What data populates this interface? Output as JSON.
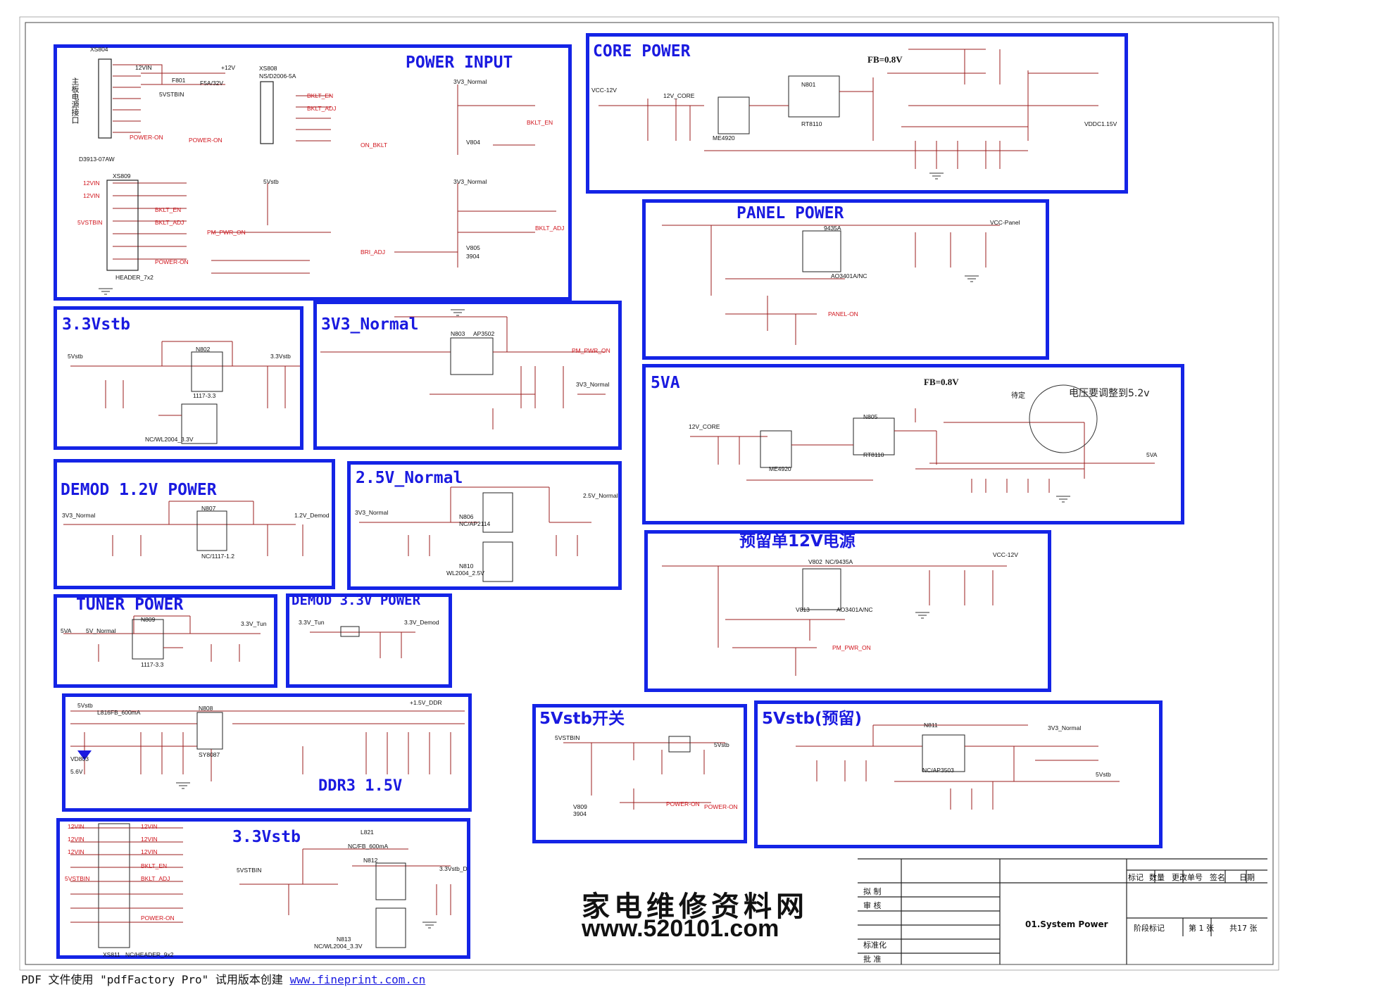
{
  "blocks": {
    "power_input": "POWER INPUT",
    "core_power": "CORE POWER",
    "panel_power": "PANEL POWER",
    "vstb33_top": "3.3Vstb",
    "v3v3_normal": "3V3_Normal",
    "va5": "5VA",
    "demod12": "DEMOD 1.2V POWER",
    "normal25": "2.5V_Normal",
    "reserved12v": "预留单12V电源",
    "tuner": "TUNER POWER",
    "demod33": "DEMOD 3.3V POWER",
    "ddr3": "DDR3 1.5V",
    "sw5vstb": "5Vstb开关",
    "res5vstb": "5Vstb(预留)",
    "vstb33_bottom": "3.3Vstb"
  },
  "notes": {
    "core_fb": "FB=0.8V",
    "va_fb": "FB=0.8V",
    "va_adjust": "电压要调整到5.2v",
    "va_fixed": "待定"
  },
  "labels": {
    "connector_cn": "主板电源接口",
    "xs804": "XS804",
    "d3913": "D3913-07AW",
    "xs808": "XS808",
    "ns_conn": "NS/D2006-5A",
    "xs809": "XS809",
    "header7x2": "HEADER_7x2",
    "xs811": "XS811",
    "header9x2": "NC/HEADER_9x2",
    "v12vin": "12VIN",
    "vp12v": "+12V",
    "vstbin": "5VSTBIN",
    "power_on": "POWER-ON",
    "bklt_en": "BKLT_EN",
    "bklt_adj": "BKLT_ADJ",
    "pm_pwr_on": "PM_PWR_ON",
    "on_bklt": "ON_BKLT",
    "bri_adj": "BRI_ADJ",
    "v3v3_normal_net": "3V3_Normal",
    "v5vstb": "5Vstb",
    "f801": "F801",
    "f5a": "F5A/32V",
    "vcc12": "VCC-12V",
    "v12core": "12V_CORE",
    "vddc": "VDDC1.15V",
    "me4920": "ME4920",
    "rt8110": "RT8110",
    "n801": "N801",
    "vcc_panel": "VCC-Panel",
    "v9435": "9435A",
    "ao3401": "AO3401A/NC",
    "panel_on": "PANEL-ON",
    "v33stb": "3.3Vstb",
    "n802": "N802",
    "n804": "NC/WL2004_3.3V",
    "n803": "N803",
    "ap3502": "AP3502",
    "v1117_33": "1117-3.3",
    "v12_demod": "1.2V_Demod",
    "nc1117_12": "NC/1117-1.2",
    "n807": "N807",
    "v25_normal": "2.5V_Normal",
    "n806": "N806",
    "ncap2114": "NC/AP2114",
    "n810": "N810",
    "wl2004_25": "WL2004_2.5V",
    "v5va": "5VA",
    "n805": "N805",
    "vcc_12v": "VCC-12V",
    "v802": "V802",
    "nc9435": "NC/9435A",
    "v813": "V813",
    "ao3401nc": "AO3401A/NC",
    "v5normal": "5V_Normal",
    "n809": "N809",
    "v33tun": "3.3V_Tun",
    "v33demod": "3.3V_Demod",
    "v15ddr": "+1.5V_DDR",
    "n808": "N808",
    "sy8087": "SY8087",
    "vd803": "VD803",
    "v56": "5.6V",
    "v816": "L816FB_600mA",
    "v809": "V809",
    "v3904": "3904",
    "v805_lbl": "V805",
    "v804_lbl": "V804",
    "n811": "N811",
    "ncap3503": "NC/AP3503",
    "v33vstb_d": "3.3Vstb_D",
    "n812": "N812",
    "n813": "N813",
    "ncwl2004": "NC/WL2004_3.3V",
    "l821": "L821",
    "ncfb600": "NC/FB_600mA"
  },
  "title_block": {
    "cols": [
      "标记",
      "数量",
      "更改单号",
      "签名",
      "日期"
    ],
    "rows": [
      "拟 制",
      "审 核",
      "标准化",
      "批 准"
    ],
    "sheet_name": "01.System Power",
    "stage": "阶段标记",
    "page": "第 1 张",
    "total": "共17 张"
  },
  "watermark": {
    "cn": "家电维修资料网",
    "url": "www.520101.com"
  },
  "footer": {
    "text": "PDF 文件使用 \"pdfFactory Pro\" 试用版本创建",
    "link": "www.fineprint.com.cn"
  }
}
